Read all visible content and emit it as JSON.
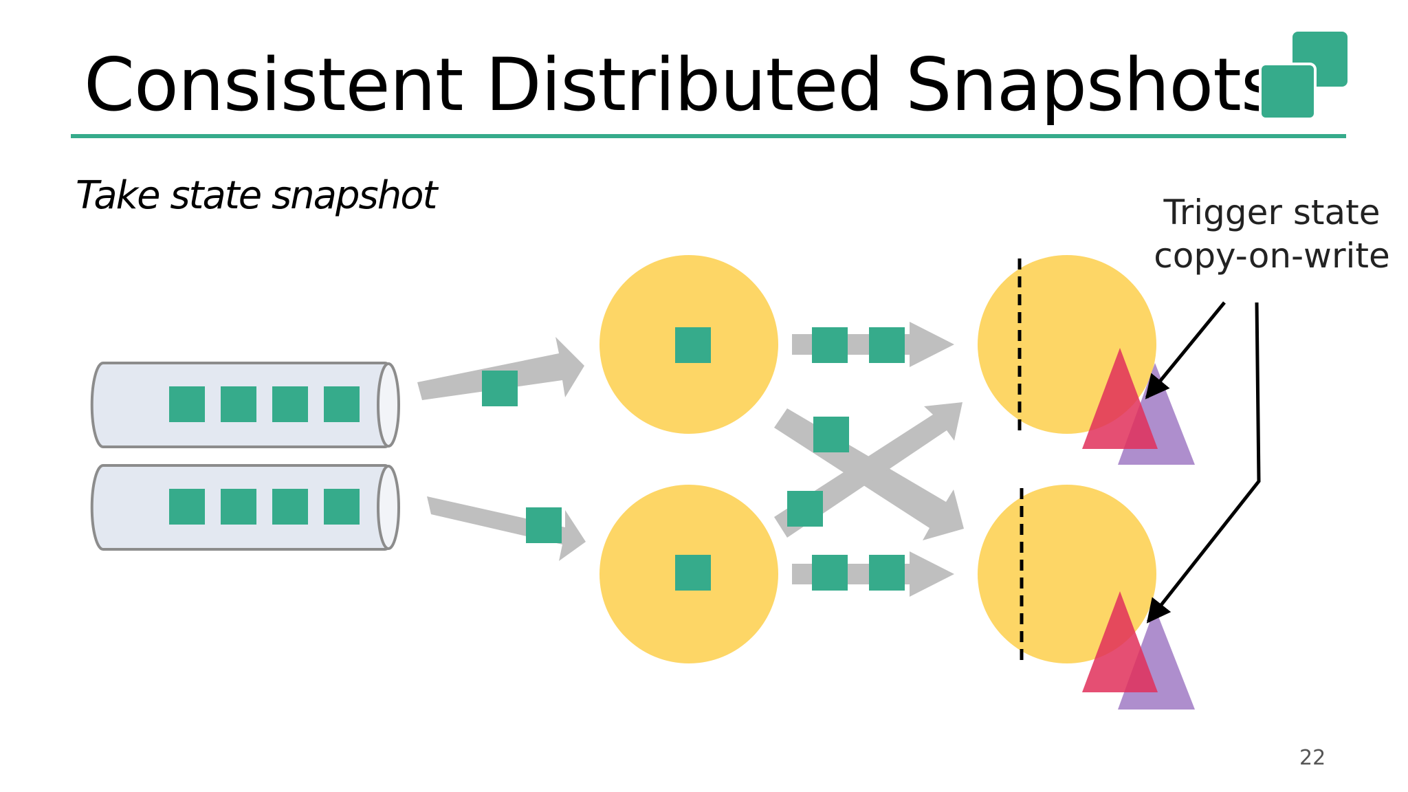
{
  "slide": {
    "title": "Consistent Distributed Snapshots",
    "subtitle": "Take state snapshot",
    "annotation": {
      "line1": "Trigger state",
      "line2": "copy-on-write"
    },
    "page_number": "22"
  },
  "colors": {
    "accent": "#36ab8b",
    "operator": "#fdd666",
    "arrow": "#bfbfbf",
    "queue_fill": "#e3e8f1",
    "queue_stroke": "#8c8c8c",
    "state_red": "#e0305a",
    "state_purple": "#a582c8"
  },
  "icons": [
    "logo-squares-icon"
  ]
}
